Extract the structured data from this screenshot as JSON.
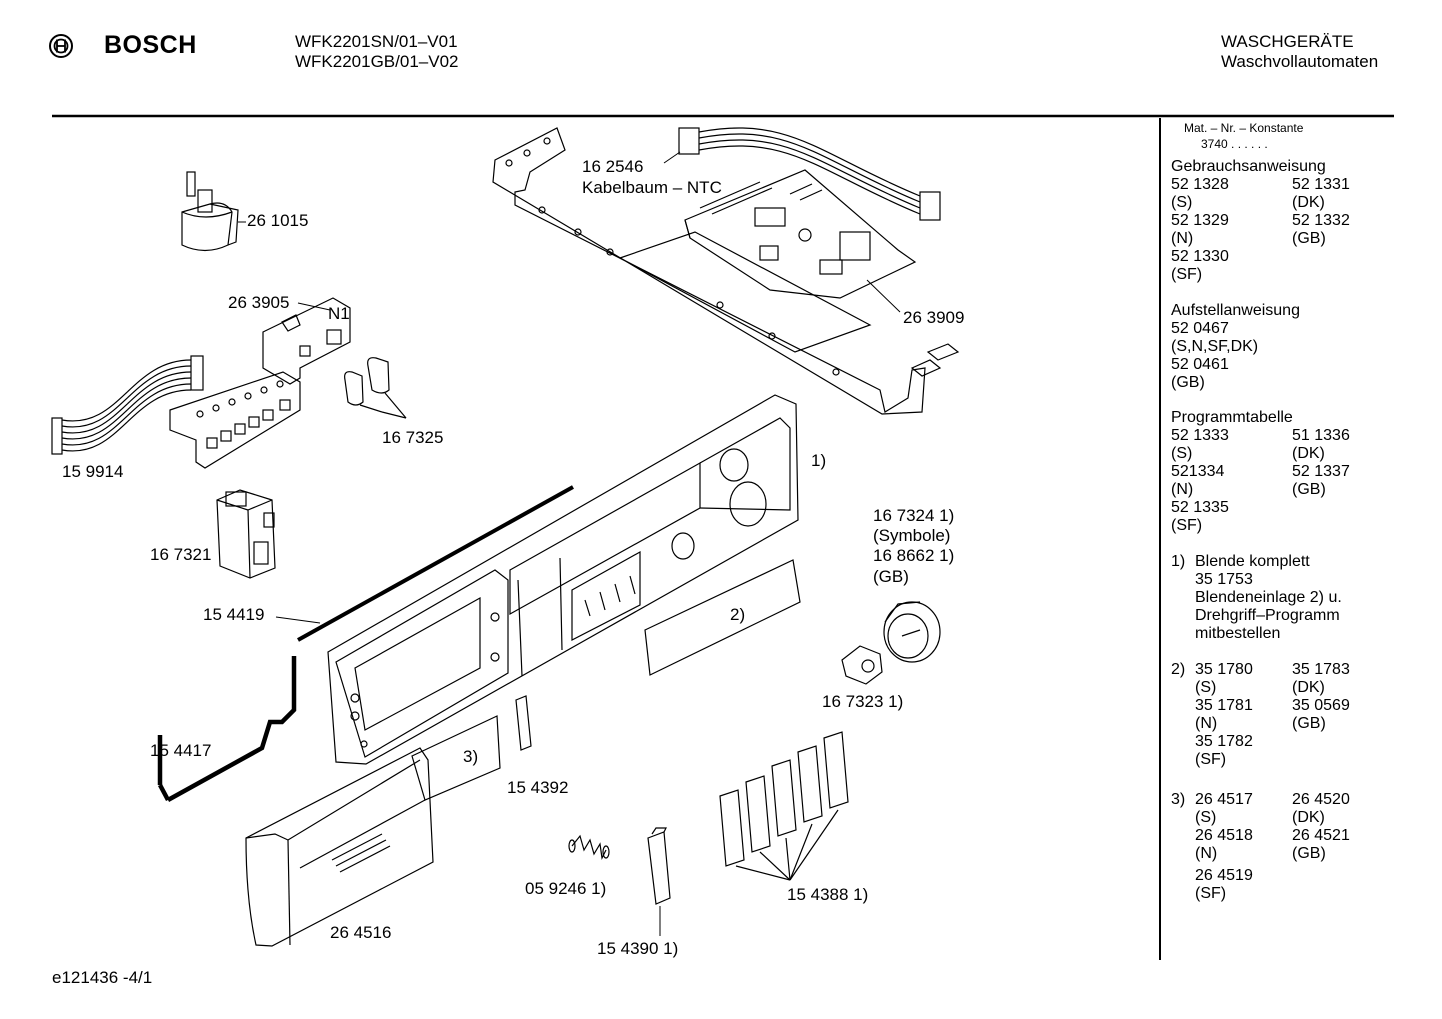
{
  "header": {
    "brand": "BOSCH",
    "models": [
      "WFK2201SN/01–V01",
      "WFK2201GB/01–V02"
    ],
    "category": [
      "WASCHGERÄTE",
      "Waschvollautomaten"
    ]
  },
  "callouts": {
    "c261015": "26 1015",
    "c263905": "26 3905",
    "n1": "N1",
    "c162546": "16 2546",
    "kabelbaum": "Kabelbaum – NTC",
    "c263909": "26 3909",
    "c167325": "16 7325",
    "c159914": "15 9914",
    "c167321": "16 7321",
    "c154419": "15 4419",
    "c154417": "15 4417",
    "c167324": "16 7324 1)",
    "symbole": "(Symbole)",
    "c168662": "16 8662 1)",
    "gb": "(GB)",
    "c167323": "16 7323 1)",
    "mark1": "1)",
    "mark2": "2)",
    "mark3": "3)",
    "c154392": "15 4392",
    "c059246": "05 9246 1)",
    "c154388": "15 4388 1)",
    "c154390": "15 4390 1)",
    "c264516": "26 4516"
  },
  "sidebar": {
    "konstante_label": "Mat. – Nr. – Konstante",
    "konstante_value": "3740 .  .  .  .  .  .",
    "gebrauch": {
      "title": "Gebrauchsanweisung",
      "rows": [
        [
          "52 1328",
          "52 1331"
        ],
        [
          "(S)",
          "(DK)"
        ],
        [
          "52 1329",
          "52 1332"
        ],
        [
          "(N)",
          "(GB)"
        ],
        [
          "52 1330",
          ""
        ],
        [
          "(SF)",
          ""
        ]
      ]
    },
    "aufstell": {
      "title": "Aufstellanweisung",
      "lines": [
        "52 0467",
        "(S,N,SF,DK)",
        "52 0461",
        "(GB)"
      ]
    },
    "programm": {
      "title": "Programmtabelle",
      "rows": [
        [
          "52 1333",
          "51 1336"
        ],
        [
          "(S)",
          "(DK)"
        ],
        [
          "521334",
          "52 1337"
        ],
        [
          "(N)",
          "(GB)"
        ],
        [
          "52 1335",
          ""
        ],
        [
          "(SF)",
          ""
        ]
      ]
    },
    "note1": {
      "num": "1)",
      "lines": [
        "Blende komplett",
        "35 1753",
        "Blendeneinlage 2) u.",
        "Drehgriff–Programm",
        "mitbestellen"
      ]
    },
    "note2": {
      "num": "2)",
      "rows": [
        [
          "35 1780",
          "35 1783"
        ],
        [
          "(S)",
          "(DK)"
        ],
        [
          "35 1781",
          "35 0569"
        ],
        [
          "(N)",
          "(GB)"
        ],
        [
          "35 1782",
          ""
        ],
        [
          "(SF)",
          ""
        ]
      ]
    },
    "note3": {
      "num": "3)",
      "rows": [
        [
          "26 4517",
          "26 4520"
        ],
        [
          "(S)",
          "(DK)"
        ],
        [
          "26 4518",
          "26 4521"
        ],
        [
          "(N)",
          "(GB)"
        ],
        [
          "26 4519",
          ""
        ],
        [
          "(SF)",
          ""
        ]
      ]
    }
  },
  "footer": {
    "code": "e121436 -4/1"
  }
}
